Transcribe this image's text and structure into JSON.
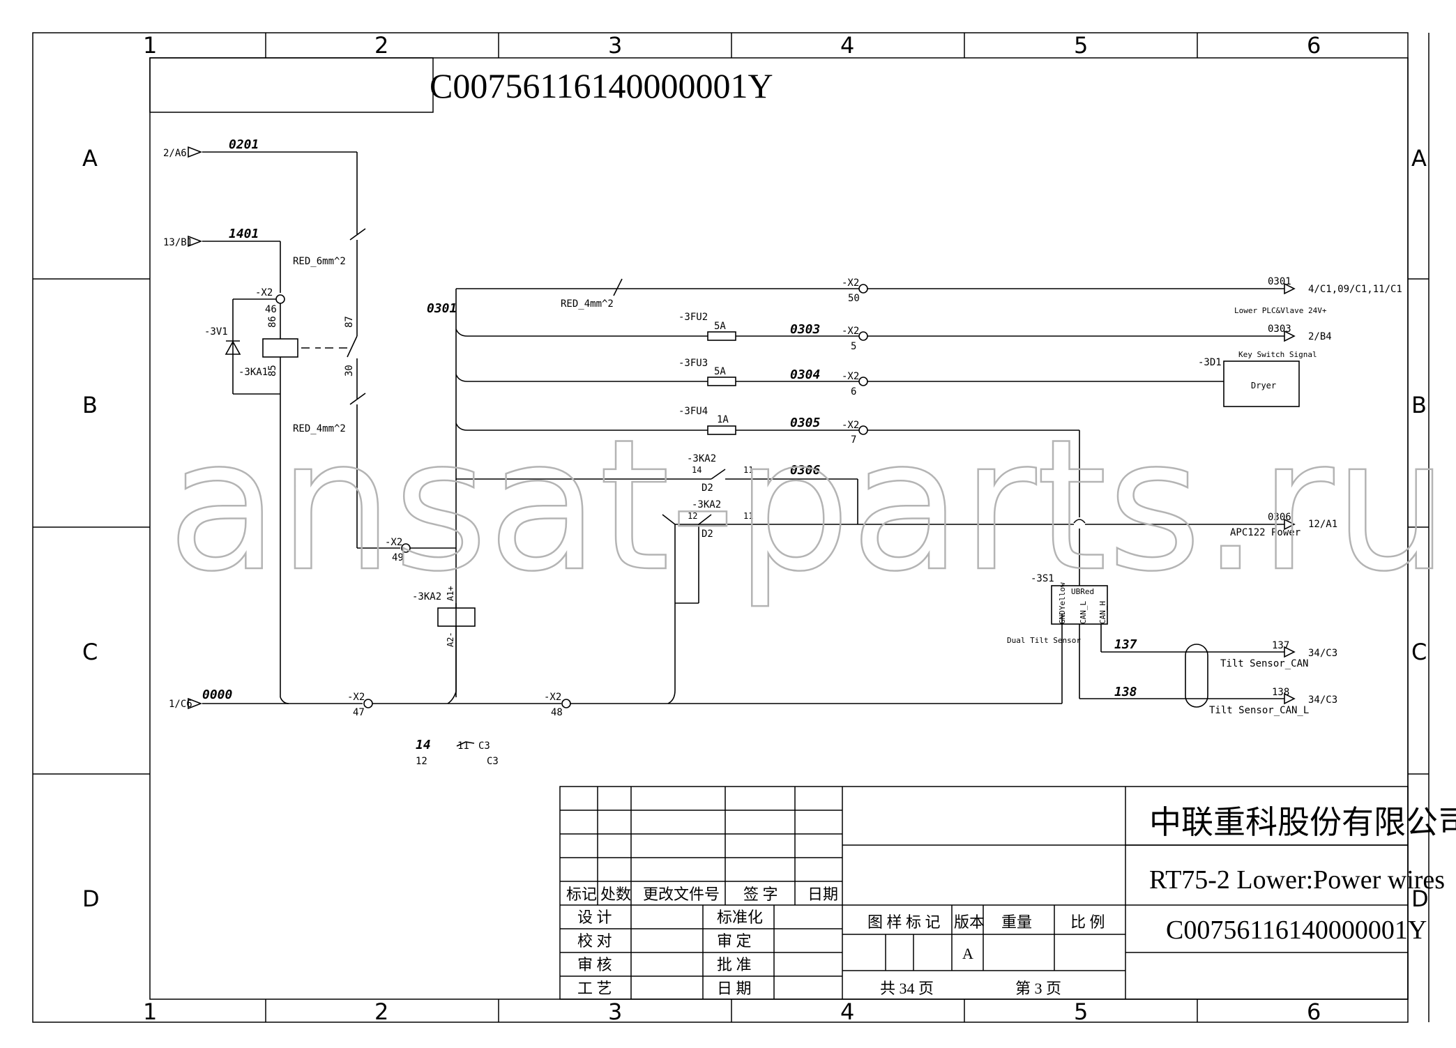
{
  "page": {
    "doc_number_mirrored": "C00756116140000001Y",
    "watermark": "ansat-parts.ru"
  },
  "grid": {
    "columns": [
      "1",
      "2",
      "3",
      "4",
      "5",
      "6"
    ],
    "rows": [
      "A",
      "B",
      "C",
      "D"
    ]
  },
  "refs": {
    "in_2a6": "2/A6",
    "in_13b1": "13/B1",
    "in_1c6": "1/C6",
    "out_4c": "4/C1,09/C1,11/C1",
    "out_2b4": "2/B4",
    "out_12a1": "12/A1",
    "out_34c3a": "34/C3",
    "out_34c3b": "34/C3"
  },
  "wires": {
    "w0201": "0201",
    "w1401": "1401",
    "w0000": "0000",
    "w0301_main": "0301",
    "w0301_out": "0301",
    "w0303": "0303",
    "w0303_out": "0303",
    "w0304": "0304",
    "w0305": "0305",
    "w0306": "0306",
    "w0306_out": "0306",
    "w137": "137",
    "w137_out": "137",
    "w138": "138",
    "w138_out": "138",
    "xref14": "14"
  },
  "components": {
    "x2_46_tag": "-X2",
    "x2_46_pin": "46",
    "v1": "-3V1",
    "ka1": "-3KA1",
    "pin86": "86",
    "pin85": "85",
    "pin87": "87",
    "pin30": "30",
    "red6": "RED_6mm^2",
    "red4a": "RED_4mm^2",
    "red4b": "RED_4mm^2",
    "x2_50_tag": "-X2",
    "x2_50_pin": "50",
    "fu2": "-3FU2",
    "fu2_val": "5A",
    "x2_5_tag": "-X2",
    "x2_5_pin": "5",
    "fu3": "-3FU3",
    "fu3_val": "5A",
    "x2_6_tag": "-X2",
    "x2_6_pin": "6",
    "fu4": "-3FU4",
    "fu4_val": "1A",
    "x2_7_tag": "-X2",
    "x2_7_pin": "7",
    "ka2_a": "-3KA2",
    "ka2_a_p14": "14",
    "ka2_a_p11": "11",
    "ka2_a_d2": "D2",
    "ka2_b": "-3KA2",
    "ka2_b_p12": "12",
    "ka2_b_p11": "11",
    "ka2_b_d2": "D2",
    "x2_49_tag": "-X2",
    "x2_49_pin": "49",
    "ka2_coil": "-3KA2",
    "a1": "A1+",
    "a2": "A2-",
    "x2_47_tag": "-X2",
    "x2_47_pin": "47",
    "x2_48_tag": "-X2",
    "x2_48_pin": "48",
    "s1": "-3S1",
    "s1_ub": "UBRed",
    "s1_gnd": "GNDYellow",
    "s1_canl": "CAN_L",
    "s1_canh": "CAN_H",
    "s1_desc": "Dual Tilt Sensor",
    "d1": "-3D1",
    "d1_signal": "Key Switch Signal",
    "d1_name": "Dryer",
    "lower_plc": "Lower PLC&Vlave 24V+",
    "apc_power": "APC122 Power",
    "tilt_canh": "Tilt Sensor_CAN",
    "tilt_canl": "Tilt Sensor_CAN_L",
    "contact_11": "11",
    "contact_12": "12",
    "contact_c3a": "C3",
    "contact_c3b": "C3"
  },
  "title_block": {
    "company": "中联重科股份有限公司",
    "title": "RT75-2 Lower:Power wires",
    "doc_number": "C00756116140000001Y",
    "hdr_mark": "标记",
    "hdr_count": "处数",
    "hdr_change": "更改文件号",
    "hdr_sign": "签 字",
    "hdr_date": "日期",
    "design": "设 计",
    "check": "校 对",
    "review": "审 核",
    "process": "工 艺",
    "standard": "标准化",
    "audit": "审 定",
    "approve": "批 准",
    "date": "日 期",
    "pattern_mark": "图 样 标 记",
    "version": "版本",
    "weight": "重量",
    "scale": "比 例",
    "version_value": "A",
    "total_pages": "共  34  页",
    "page_no": "第   3   页"
  }
}
